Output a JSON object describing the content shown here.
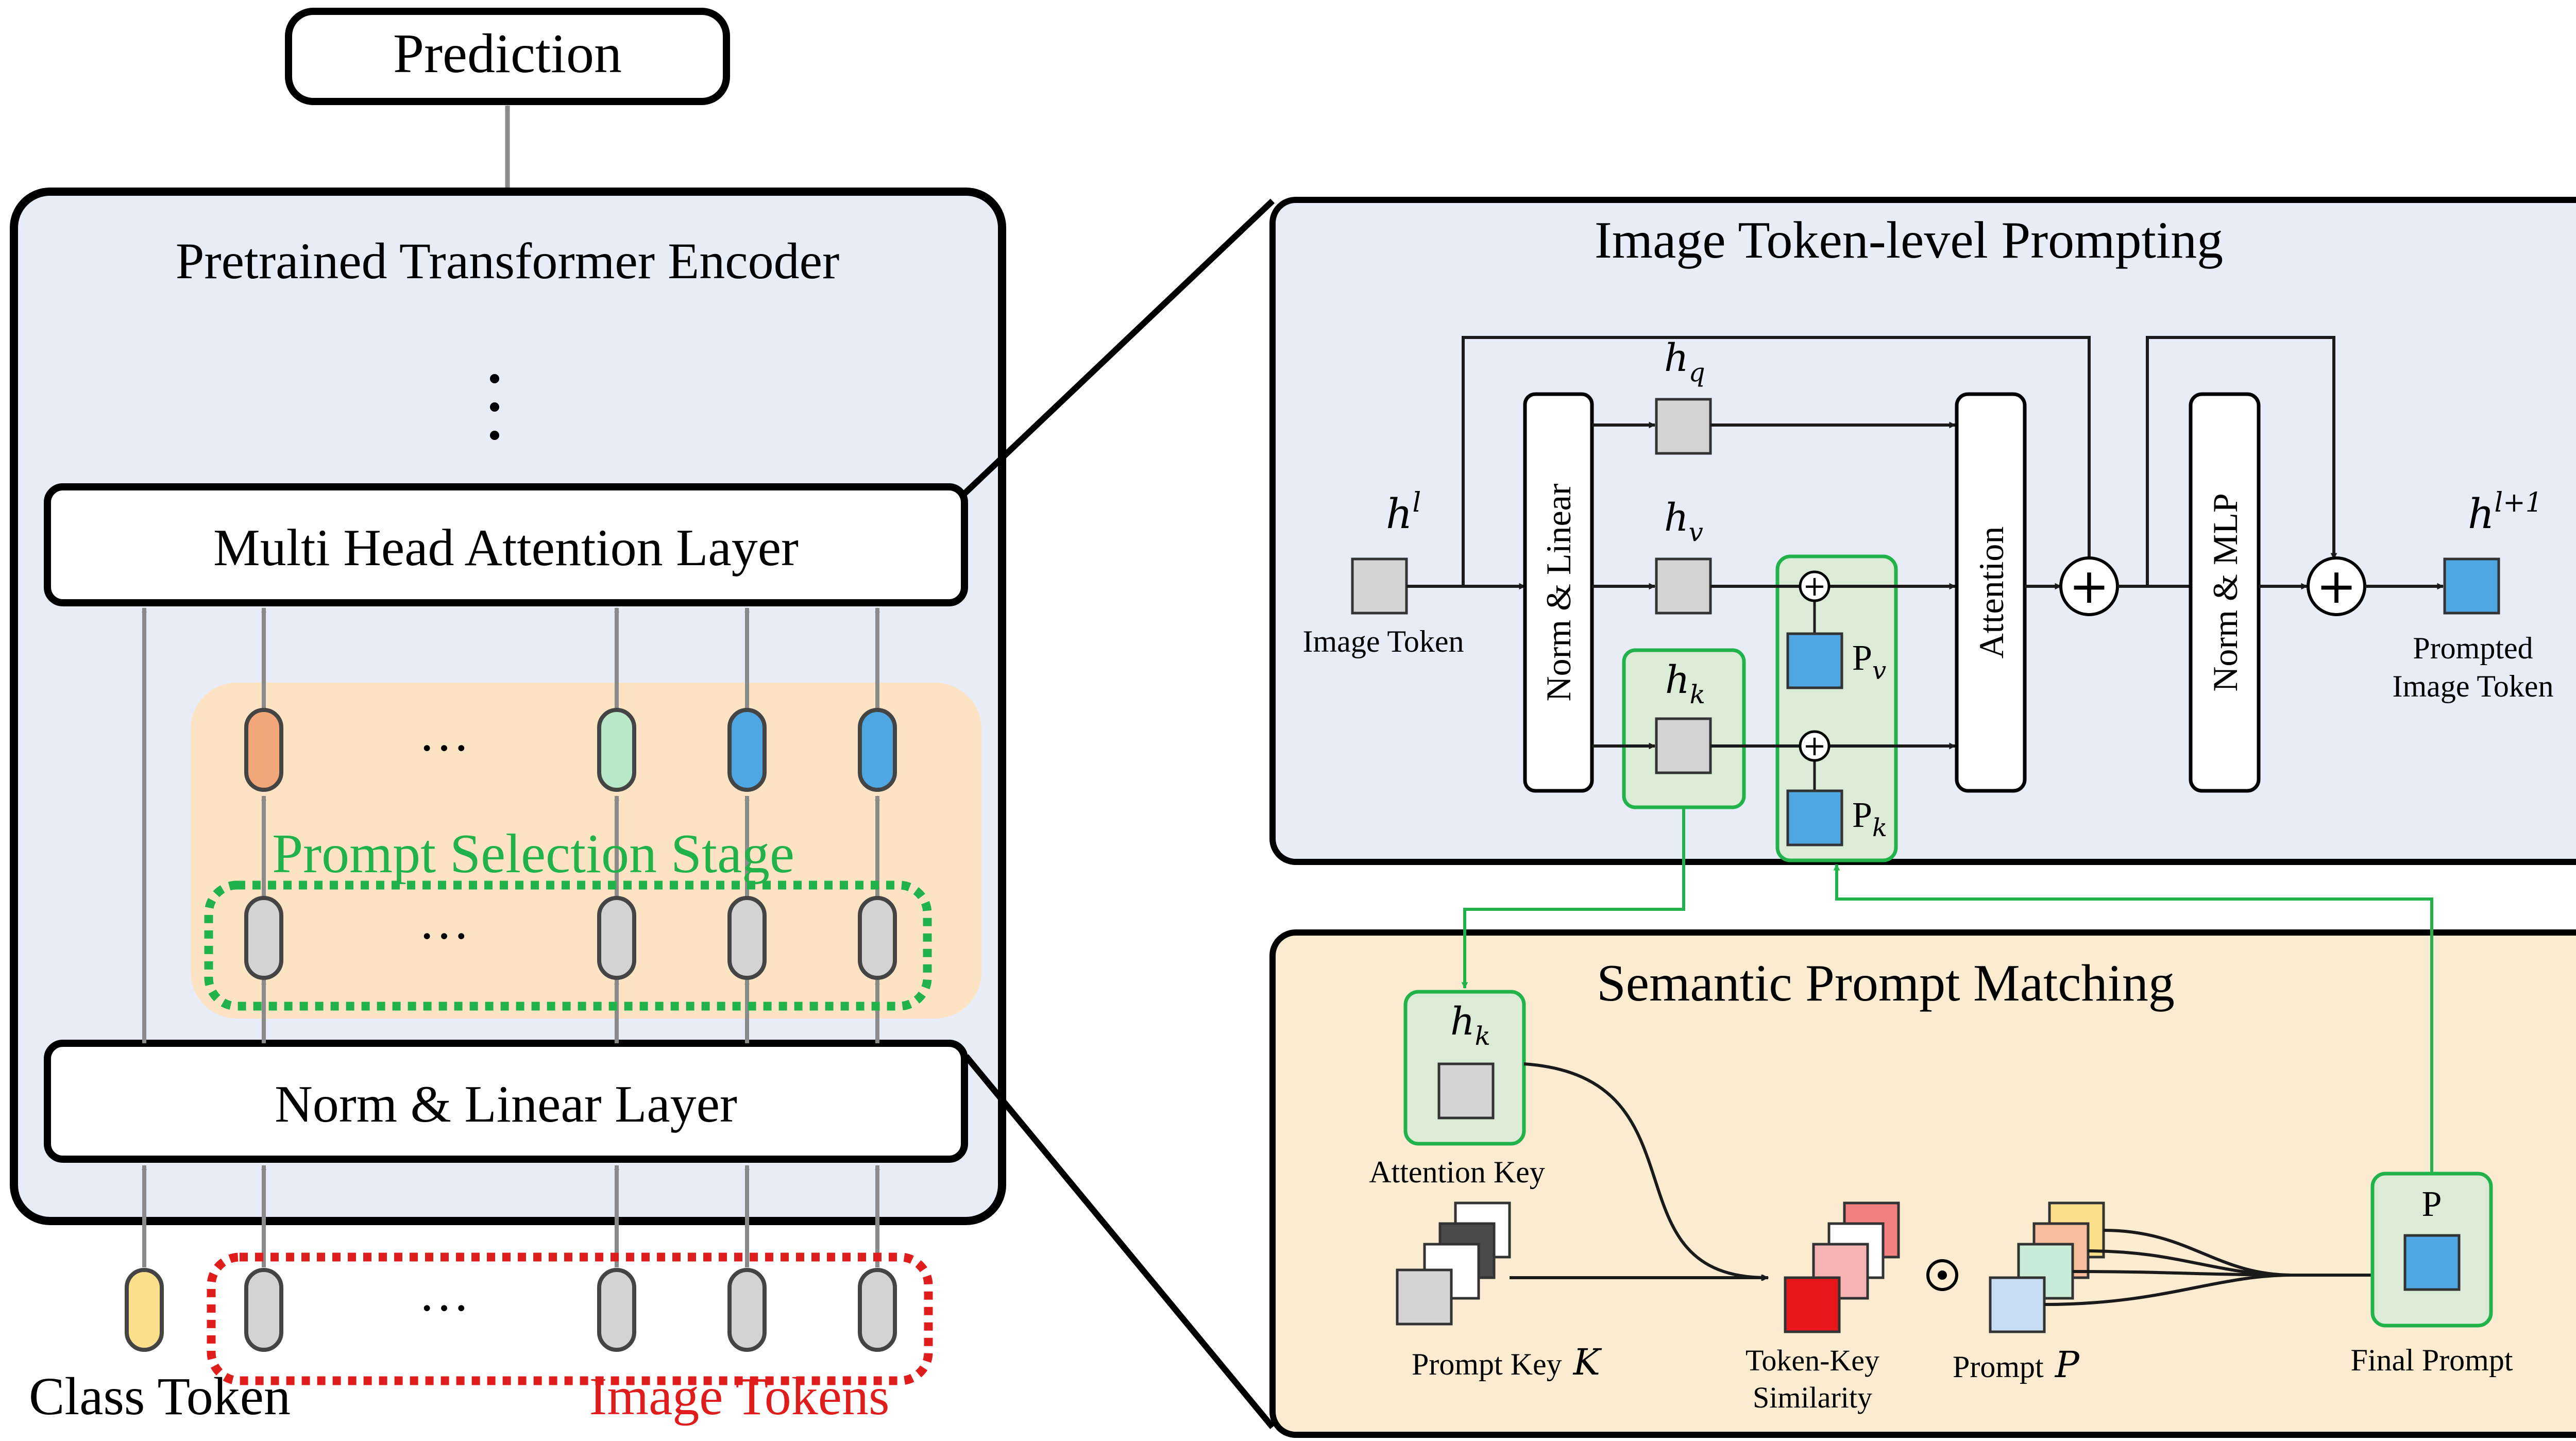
{
  "colors": {
    "encoder_bg": "#e8ecf7",
    "itp_bg": "#e8ecf7",
    "spm_bg": "#fbebd1",
    "pss_bg": "#fbe3c4",
    "green": "#22b24c",
    "red": "#e01d1d",
    "blue": "#4fa7e2",
    "gray": "#d3d3d3",
    "orange": "#f2a77a",
    "mint": "#b9e8c8",
    "yellow": "#fcdf8a",
    "darkline": "#1a1a1a",
    "arrowgray": "#8a8a8a"
  },
  "left": {
    "prediction": "Prediction",
    "encoder_title": "Pretrained Transformer Encoder",
    "vdots": "⋮",
    "mha": "Multi Head Attention Layer",
    "norm_linear": "Norm & Linear Layer",
    "prompt_selection": "Prompt Selection Stage",
    "ellipsis": "···",
    "class_token": "Class Token",
    "image_tokens": "Image Tokens"
  },
  "itp": {
    "title": "Image Token-level Prompting",
    "hl_base": "h",
    "hl_sup": "l",
    "image_token": "Image Token",
    "norm_linear": "Norm & Linear",
    "hq_base": "h",
    "hq_sub": "q",
    "hv_base": "h",
    "hv_sub": "v",
    "hk_base": "h",
    "hk_sub": "k",
    "pv_base": "P",
    "pv_sub": "v",
    "pk_base": "P",
    "pk_sub": "k",
    "attention": "Attention",
    "norm_mlp": "Norm & MLP",
    "out_base": "h",
    "out_sup": "l+1",
    "prompted_line1": "Prompted",
    "prompted_line2": "Image Token",
    "plus": "+"
  },
  "spm": {
    "title": "Semantic Prompt Matching",
    "hk_base": "h",
    "hk_sub": "k",
    "attention_key": "Attention Key",
    "prompt_key": "Prompt Key",
    "K": "K",
    "tk_line1": "Token-Key",
    "tk_line2": "Similarity",
    "odot": "⊙",
    "prompt": "Prompt",
    "P_it": "P",
    "P_box": "P",
    "final_prompt": "Final Prompt"
  }
}
